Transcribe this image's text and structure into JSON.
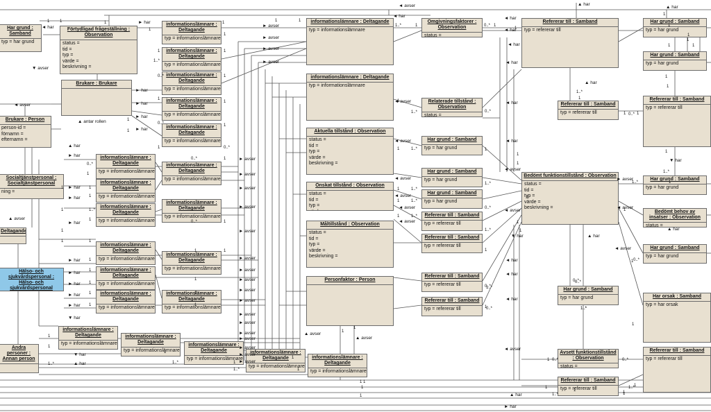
{
  "boxes": [
    {
      "title": "Har grund : Samband",
      "attrs": [
        "typ = har grund"
      ]
    },
    {
      "title": "Förtydligad frågeställning : Observation",
      "attrs": [
        "status =",
        "tid =",
        "typ =",
        "värde =",
        "beskrivning ="
      ]
    },
    {
      "title": "Brukare : Brukare",
      "attrs": []
    },
    {
      "title": "Brukare : Person",
      "attrs": [
        "person-id =",
        "förnamn =",
        "efternamn ="
      ]
    },
    {
      "title": "Socialtjänstpersonal : Socialtjänstpersonal",
      "attrs": [
        "ning ="
      ]
    },
    {
      "title": "Deltagande",
      "attrs": []
    },
    {
      "title": "Hälso- och sjukvårdspersonal : Hälso- och sjukvårdspersonal",
      "attrs": [
        "ning ="
      ]
    },
    {
      "title": "Andra personer : Annan person",
      "attrs": []
    },
    {
      "title": "informationslämnare : Deltagande",
      "attrs": [
        "typ = informationslämnare"
      ]
    },
    {
      "title": "informationslämnare : Deltagande",
      "attrs": [
        "typ = informationslämnare"
      ]
    },
    {
      "title": "informationslämnare : Deltagande",
      "attrs": [
        "typ = informationslämnare"
      ]
    },
    {
      "title": "informationslämnare : Deltagande",
      "attrs": [
        "typ = informationslämnare"
      ]
    },
    {
      "title": "informationslämnare : Deltagande",
      "attrs": [
        "typ = informationslämnare"
      ]
    },
    {
      "title": "informationslämnare : Deltagande",
      "attrs": [
        "typ = informationslämnare"
      ]
    },
    {
      "title": "informationslämnare : Deltagande",
      "attrs": [
        "typ = informationslämnare"
      ]
    },
    {
      "title": "informationslämnare : Deltagande",
      "attrs": [
        "typ = informationslämnare"
      ]
    },
    {
      "title": "informationslämnare : Deltagande",
      "attrs": [
        "typ = informationslämnare"
      ]
    },
    {
      "title": "informationslämnare : Deltagande",
      "attrs": [
        "typ = informationslämnare"
      ]
    },
    {
      "title": "informationslämnare : Deltagande",
      "attrs": [
        "typ = informationslämnare"
      ]
    },
    {
      "title": "informationslämnare : Deltagande",
      "attrs": [
        "typ = informationslämnare"
      ]
    },
    {
      "title": "informationslämnare : Deltagande",
      "attrs": [
        "typ = informationslämnare"
      ]
    },
    {
      "title": "informationslämnare : Deltagande",
      "attrs": [
        "typ = informationslämnare"
      ]
    },
    {
      "title": "informationslämnare : Deltagande",
      "attrs": [
        "typ = informationslämnare"
      ]
    },
    {
      "title": "informationslämnare : Deltagande",
      "attrs": [
        "typ = informationslämnare"
      ]
    },
    {
      "title": "informationslämnare : Deltagande",
      "attrs": [
        "typ = informationslämnare"
      ]
    },
    {
      "title": "informationslämnare : Deltagande",
      "attrs": [
        "typ = informationslämnare"
      ]
    },
    {
      "title": "informationslämnare : Deltagande",
      "attrs": [
        "typ = informationslämnare"
      ]
    },
    {
      "title": "informationslämnare : Deltagande",
      "attrs": [
        "typ = informationslämnare"
      ]
    },
    {
      "title": "informationslämnare : Deltagande",
      "attrs": [
        "typ = informationslämnare"
      ]
    },
    {
      "title": "informationslämnare : Deltagande",
      "attrs": [
        "typ = informationslämnare"
      ]
    },
    {
      "title": "Aktuella tillstånd : Observation",
      "attrs": [
        "status =",
        "tid =",
        "typ =",
        "värde =",
        "beskrivning ="
      ]
    },
    {
      "title": "Önskat tillstånd : Observation",
      "attrs": [
        "status =",
        "tid =",
        "typ =",
        "värde =",
        "beskrivning ="
      ]
    },
    {
      "title": "Måltillstånd : Observation",
      "attrs": [
        "status =",
        "tid =",
        "typ =",
        "värde =",
        "beskrivning ="
      ]
    },
    {
      "title": "Personfaktor : Person",
      "attrs": []
    },
    {
      "title": "Omgivningsfaktorer : Observation",
      "attrs": [
        "status =",
        "tid =",
        "typ =",
        "värde =",
        "beskrivning ="
      ]
    },
    {
      "title": "Relaterade tillstånd : Observation",
      "attrs": [
        "status =",
        "tid =",
        "typ =",
        "värde =",
        "beskrivning ="
      ]
    },
    {
      "title": "Har grund : Samband",
      "attrs": [
        "typ = har grund"
      ]
    },
    {
      "title": "Har grund : Samband",
      "attrs": [
        "typ = har grund"
      ]
    },
    {
      "title": "Har grund : Samband",
      "attrs": [
        "typ = har grund"
      ]
    },
    {
      "title": "Refererar till : Samband",
      "attrs": [
        "typ = refererar till"
      ]
    },
    {
      "title": "Refererar till : Samband",
      "attrs": [
        "typ = refererar till"
      ]
    },
    {
      "title": "Refererar till : Samband",
      "attrs": [
        "typ = refererar till"
      ]
    },
    {
      "title": "Refererar till : Samband",
      "attrs": [
        "typ = refererar till"
      ]
    },
    {
      "title": "Refererar till : Samband",
      "attrs": [
        "typ = refererar till"
      ]
    },
    {
      "title": "Refererar till : Samband",
      "attrs": [
        "typ = refererar till"
      ]
    },
    {
      "title": "Bedömt funktionstillstånd : Observation",
      "attrs": [
        "status =",
        "tid =",
        "typ =",
        "värde =",
        "beskrivning ="
      ]
    },
    {
      "title": "Har grund : Samband",
      "attrs": [
        "typ = har grund"
      ]
    },
    {
      "title": "Avsett funktionstillstånd : Observation",
      "attrs": [
        "status =",
        "tid =",
        "typ =",
        "värde =",
        "beskrivning ="
      ]
    },
    {
      "title": "Refererar till : Samband",
      "attrs": [
        "typ = refererar till"
      ]
    },
    {
      "title": "Har grund : Samband",
      "attrs": [
        "typ = har grund"
      ]
    },
    {
      "title": "Har grund : Samband",
      "attrs": [
        "typ = har grund"
      ]
    },
    {
      "title": "Refererar till : Samband",
      "attrs": [
        "typ = refererar till"
      ]
    },
    {
      "title": "Har grund : Samband",
      "attrs": [
        "typ = har grund"
      ]
    },
    {
      "title": "Bedömt behov av insatser : Observation",
      "attrs": [
        "status =",
        "tid =",
        "typ =",
        "värde =",
        "beskrivning ="
      ]
    },
    {
      "title": "Har grund : Samband",
      "attrs": [
        "typ = har grund"
      ]
    },
    {
      "title": "Har orsak : Samband",
      "attrs": [
        "typ = har orsak"
      ]
    },
    {
      "title": "Refererar till : Samband",
      "attrs": [
        "typ = refererar till"
      ]
    },
    {
      "title": "Övergripande mål med insatser : Observation",
      "attrs": [
        "status =",
        "tid =",
        "typ =",
        "värde =",
        "beskrivning ="
      ]
    },
    {
      "title": "Bedömd personkretstillhörighet : Observation",
      "attrs": [
        "status =",
        "tid =",
        "värde =",
        "beskrivning ="
      ]
    }
  ],
  "labels": [
    {
      "text": "▲ har"
    },
    {
      "text": "◄ avser"
    },
    {
      "text": "◄ har"
    },
    {
      "text": "◄ har"
    },
    {
      "text": "► har"
    },
    {
      "text": "► avser"
    },
    {
      "text": "► avser"
    },
    {
      "text": "► avser"
    },
    {
      "text": "► avser"
    },
    {
      "text": "◄ avser"
    },
    {
      "text": "◄ avser"
    },
    {
      "text": "◄ avser"
    },
    {
      "text": "◄ avser"
    },
    {
      "text": "◄ avser"
    },
    {
      "text": "▼ avser"
    },
    {
      "text": "► har"
    },
    {
      "text": "► har"
    },
    {
      "text": "► har"
    },
    {
      "text": "► har"
    },
    {
      "text": "▲ antar rollen"
    },
    {
      "text": "▲ har"
    },
    {
      "text": "► har"
    },
    {
      "text": "► har"
    },
    {
      "text": "► har"
    },
    {
      "text": "► har"
    },
    {
      "text": "► avser"
    },
    {
      "text": "► avser"
    },
    {
      "text": "► avser"
    },
    {
      "text": "► avser"
    },
    {
      "text": "► avser"
    },
    {
      "text": "► avser"
    },
    {
      "text": "► avser"
    },
    {
      "text": "► avser"
    },
    {
      "text": "► avser"
    },
    {
      "text": "► avser"
    },
    {
      "text": "► avser"
    },
    {
      "text": "► avser"
    },
    {
      "text": "▲ avser"
    },
    {
      "text": "► har"
    },
    {
      "text": "► har"
    },
    {
      "text": "► har"
    },
    {
      "text": "► har"
    },
    {
      "text": "► har"
    },
    {
      "text": "▼ har"
    },
    {
      "text": "▲ avser"
    },
    {
      "text": "▲ avser"
    },
    {
      "text": "◄ har"
    },
    {
      "text": "◄ har"
    },
    {
      "text": "◄ har"
    },
    {
      "text": "◄ avser"
    },
    {
      "text": "◄ avser"
    },
    {
      "text": "▲ har"
    },
    {
      "text": "▲ har"
    },
    {
      "text": "► avser"
    },
    {
      "text": "► avser"
    },
    {
      "text": "► avser"
    },
    {
      "text": "► avser"
    },
    {
      "text": "► avser"
    },
    {
      "text": "▼ har"
    },
    {
      "text": "▲ har"
    },
    {
      "text": "◄ har"
    },
    {
      "text": "◄ har"
    },
    {
      "text": "◄ har"
    },
    {
      "text": "◄ avser"
    },
    {
      "text": "◄ avser"
    },
    {
      "text": "▼ har"
    },
    {
      "text": "▲ har"
    },
    {
      "text": "◄ har"
    },
    {
      "text": "◄ har"
    },
    {
      "text": "◄ har"
    },
    {
      "text": "▼ har"
    },
    {
      "text": "► avser"
    },
    {
      "text": "▲ har"
    },
    {
      "text": "◄ avser"
    },
    {
      "text": "◄ avser"
    },
    {
      "text": "▲ har"
    },
    {
      "text": "◄ avser"
    },
    {
      "text": "► har"
    }
  ],
  "multiplicities": [
    "1",
    "1",
    "1",
    "1",
    "1..*",
    "1",
    "1",
    "1",
    "1",
    "1..*",
    "1",
    "0..*",
    "1",
    "1",
    "1",
    "1",
    "0..*",
    "1",
    "1",
    "1",
    "0..*",
    "1",
    "1",
    "0..*",
    "1",
    "1",
    "1..*",
    "1",
    "1",
    "1",
    "1",
    "1",
    "1",
    "1",
    "1",
    "0..*",
    "1",
    "1",
    "1",
    "1",
    "1",
    "1..*",
    "1",
    "1",
    "1",
    "1",
    "1",
    "1",
    "1",
    "1",
    "1",
    "0..*",
    "1",
    "0..*",
    "1",
    "1",
    "1",
    "1",
    "1",
    "1",
    "1",
    "1",
    "1..*",
    "1",
    "1..*",
    "1",
    "1..*",
    "1",
    "1",
    "1",
    "1",
    "1",
    "1..*",
    "1",
    "1..*",
    "1",
    "1..*",
    "1",
    "1..*",
    "1",
    "1..*",
    "0..*",
    "1",
    "1..*",
    "0..*",
    "1..*",
    "1",
    "0..*",
    "1",
    "1..*",
    "0..*",
    "1",
    "0..*",
    "1..*",
    "1",
    "1..*",
    "1",
    "1",
    "0..*",
    "1",
    "1..*",
    "1",
    "0..*",
    "0..*",
    "1",
    "1..*",
    "1",
    "1",
    "1",
    "1",
    "1",
    "1",
    "1",
    "1",
    "1",
    "1",
    "1",
    "1",
    "1",
    "1..*",
    "1",
    "1",
    "1",
    "0..*",
    "1..*",
    "0..*"
  ]
}
